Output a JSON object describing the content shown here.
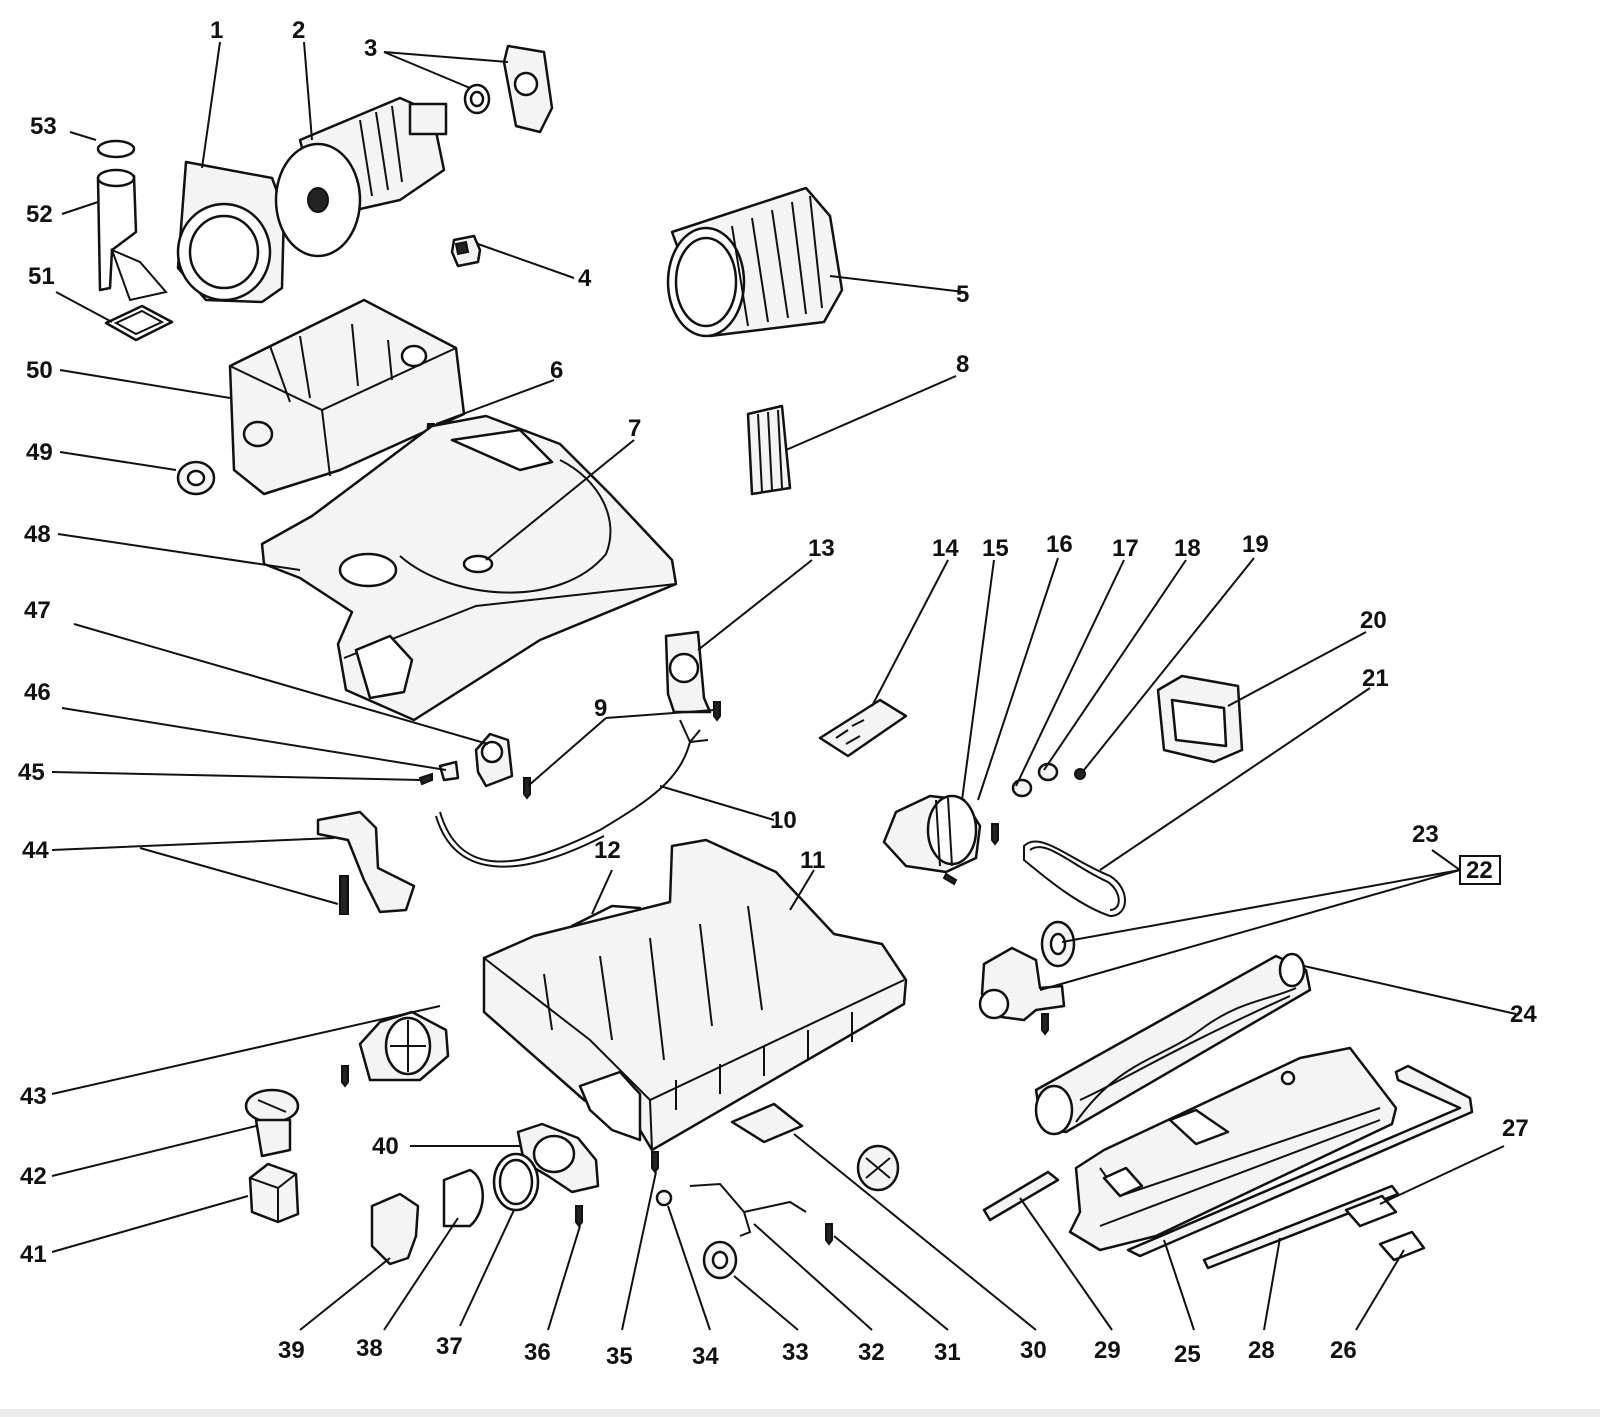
{
  "diagram": {
    "labels": {
      "p1": "1",
      "p2": "2",
      "p3": "3",
      "p4": "4",
      "p5": "5",
      "p6": "6",
      "p7": "7",
      "p8": "8",
      "p9": "9",
      "p10": "10",
      "p11": "11",
      "p12": "12",
      "p13": "13",
      "p14": "14",
      "p15": "15",
      "p16": "16",
      "p17": "17",
      "p18": "18",
      "p19": "19",
      "p20": "20",
      "p21": "21",
      "p22": "22",
      "p23": "23",
      "p24": "24",
      "p25": "25",
      "p26": "26",
      "p27": "27",
      "p28": "28",
      "p29": "29",
      "p30": "30",
      "p31": "31",
      "p32": "32",
      "p33": "33",
      "p34": "34",
      "p35": "35",
      "p36": "36",
      "p37": "37",
      "p38": "38",
      "p39": "39",
      "p40": "40",
      "p41": "41",
      "p42": "42",
      "p43": "43",
      "p44": "44",
      "p45": "45",
      "p46": "46",
      "p47": "47",
      "p48": "48",
      "p49": "49",
      "p50": "50",
      "p51": "51",
      "p52": "52",
      "p53": "53"
    }
  }
}
